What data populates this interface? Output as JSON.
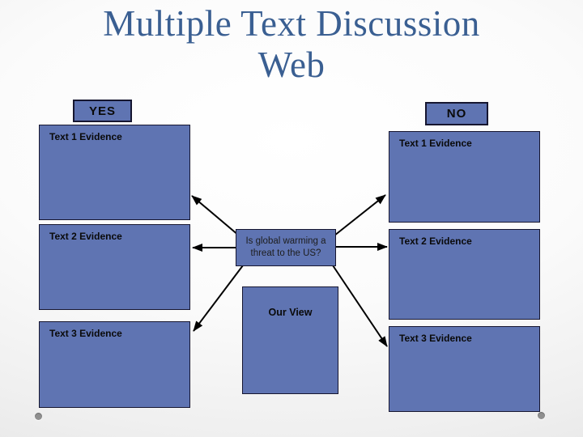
{
  "slide": {
    "title": {
      "line1": "Multiple Text Discussion",
      "line2": "Web"
    },
    "yes_label": "YES",
    "no_label": "NO",
    "yes_column": {
      "boxes": [
        {
          "label": "Text 1 Evidence"
        },
        {
          "label": "Text 2 Evidence"
        },
        {
          "label": "Text 3 Evidence"
        }
      ]
    },
    "no_column": {
      "boxes": [
        {
          "label": "Text 1 Evidence"
        },
        {
          "label": "Text 2 Evidence"
        },
        {
          "label": "Text 3 Evidence"
        }
      ]
    },
    "center": {
      "question": "Is global warming a threat to the US?",
      "our_view_label": "Our View"
    },
    "colors": {
      "box_fill": "#5f74b2",
      "box_border": "#161630",
      "title_color": "#3a5f92",
      "arrow_color": "#000000",
      "label_text": "#0a0a0a",
      "accent_dot": "#8f8f8f"
    }
  }
}
